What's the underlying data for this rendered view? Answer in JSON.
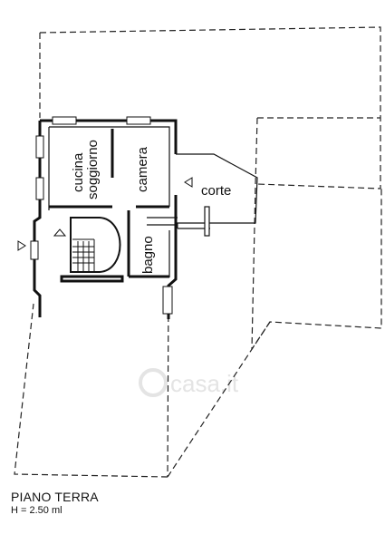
{
  "plan": {
    "rooms": {
      "cucina": "cucina",
      "soggiorno": "soggiorno",
      "camera": "camera",
      "bagno": "bagno",
      "corte": "corte"
    },
    "caption": {
      "floor": "PIANO TERRA",
      "height": "H = 2.50 ml"
    },
    "watermark": "casa.it",
    "colors": {
      "line": "#111111",
      "background": "#ffffff",
      "watermark": "#e4e4e4"
    }
  }
}
